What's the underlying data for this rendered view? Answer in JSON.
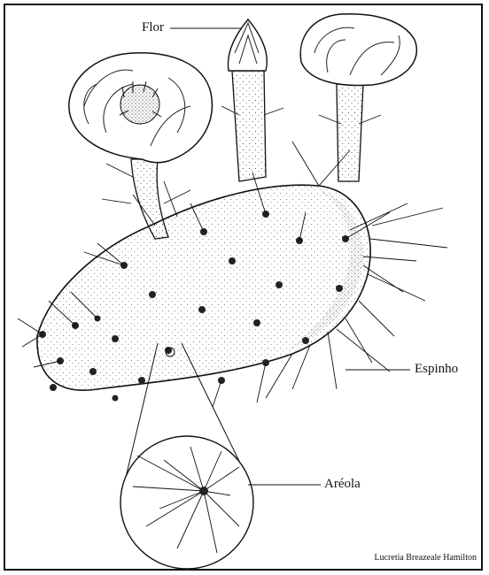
{
  "labels": {
    "flower": "Flor",
    "spine": "Espinho",
    "areole": "Aréola"
  },
  "credit": "Lucretia Breazeale Hamilton",
  "colors": {
    "ink": "#111111",
    "paper": "#ffffff"
  }
}
